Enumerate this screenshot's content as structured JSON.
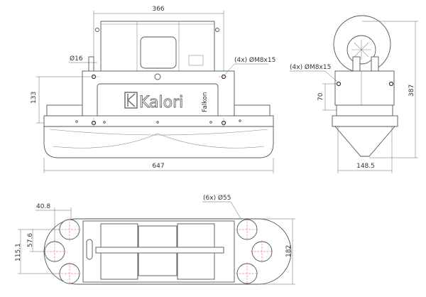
{
  "front_view": {
    "dim_top_width": "366",
    "dim_overall_width": "647",
    "dim_height": "133",
    "pipe_diameter": "Ø16",
    "mount_holes": "(4x) ØM8x15",
    "brand_logo": "Kalori",
    "model_name": "Falkon"
  },
  "side_view": {
    "mount_holes": "(4x) ØM8x15",
    "dim_height": "387",
    "dim_hole_spacing": "70",
    "dim_width": "148.5"
  },
  "top_view": {
    "outlets": "(6x) Ø55",
    "dim_offset_x": "40.8",
    "dim_offset_y": "57.6",
    "dim_outlet_span": "115.1",
    "dim_depth": "182"
  }
}
